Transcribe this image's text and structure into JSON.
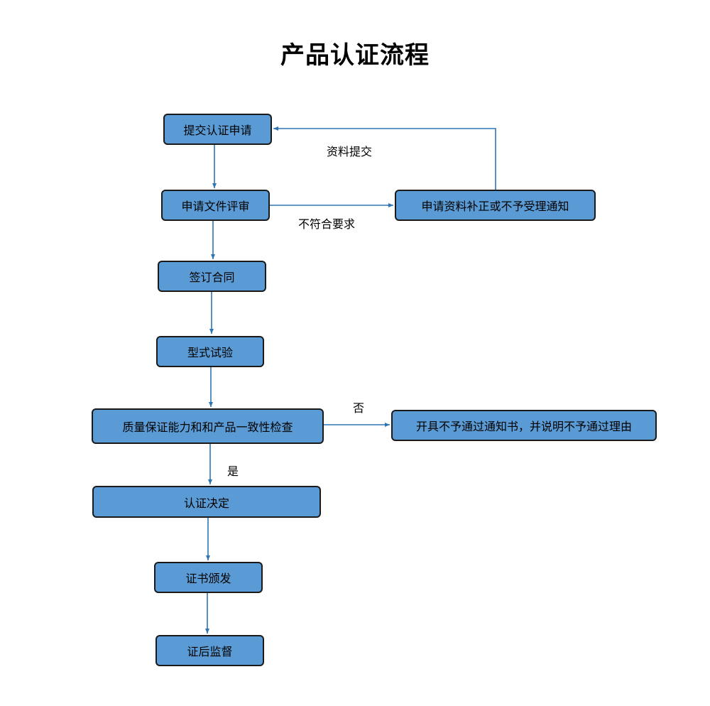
{
  "title": "产品认证流程",
  "colors": {
    "box_fill": "#5b9bd5",
    "box_border": "#1a1a1a",
    "arrow": "#2e75b6"
  },
  "steps": {
    "submit_application": "提交认证申请",
    "document_review": "申请文件评审",
    "sign_contract": "签订合同",
    "type_test": "型式试验",
    "quality_check": "质量保证能力和和产品一致性检查",
    "certification_decision": "认证决定",
    "certificate_issue": "证书颁发",
    "post_supervision": "证后监督",
    "supplement_notice": "申请资料补正或不予受理通知",
    "rejection_notice": "开具不予通过通知书，并说明不予通过理由"
  },
  "edge_labels": {
    "resubmit": "资料提交",
    "not_compliant": "不符合要求",
    "no": "否",
    "yes": "是"
  }
}
